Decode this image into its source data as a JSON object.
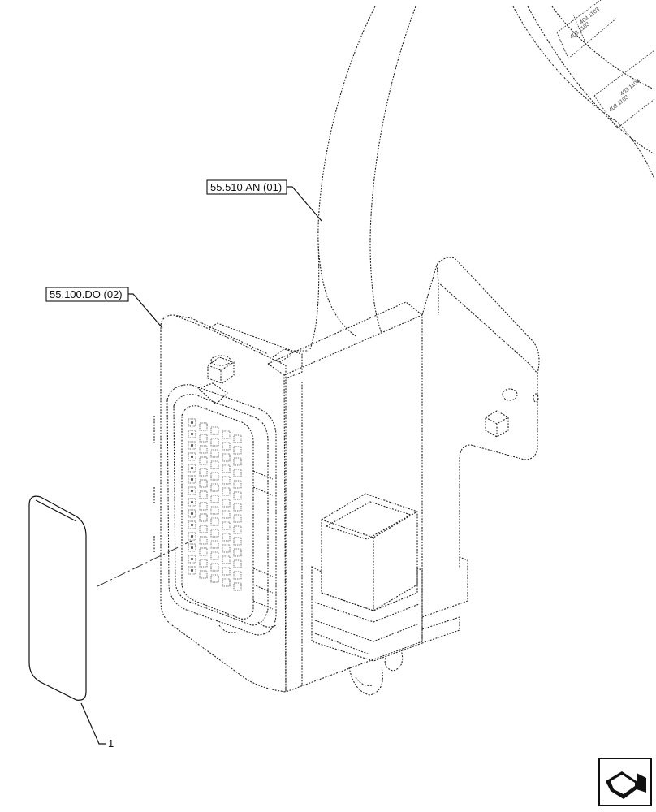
{
  "callouts": {
    "harness_ref": "55.510.AN (01)",
    "module_ref": "55.100.DO (02)",
    "item_number": "1"
  },
  "icons": {
    "navigation": "next-page-arrow-icon"
  }
}
